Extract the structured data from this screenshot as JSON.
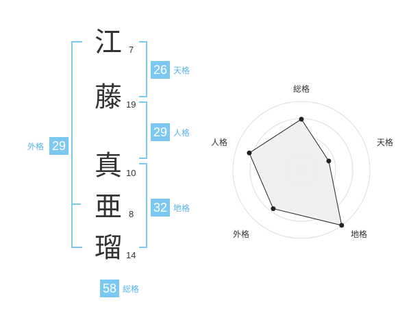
{
  "name_chars": [
    {
      "char": "江",
      "strokes": "7"
    },
    {
      "char": "藤",
      "strokes": "19"
    },
    {
      "char": "真",
      "strokes": "10"
    },
    {
      "char": "亜",
      "strokes": "8"
    },
    {
      "char": "瑠",
      "strokes": "14"
    }
  ],
  "kaku": {
    "tenkaku": {
      "value": "26",
      "label": "天格"
    },
    "jinkaku": {
      "value": "29",
      "label": "人格"
    },
    "chikaku": {
      "value": "32",
      "label": "地格"
    },
    "gaikaku": {
      "value": "29",
      "label": "外格"
    },
    "soukaku": {
      "value": "58",
      "label": "総格"
    }
  },
  "radar": {
    "axis_labels": {
      "soukaku": "総格",
      "tenkaku": "天格",
      "chikaku": "地格",
      "gaikaku": "外格",
      "jinkaku": "人格"
    },
    "levels": 4,
    "values": {
      "soukaku": 0.74,
      "tenkaku": 0.42,
      "chikaku": 1.0,
      "gaikaku": 0.7,
      "jinkaku": 0.8
    }
  },
  "colors": {
    "accent": "#7dc8f0",
    "accent_text": "#58b4e8",
    "text": "#333333"
  }
}
